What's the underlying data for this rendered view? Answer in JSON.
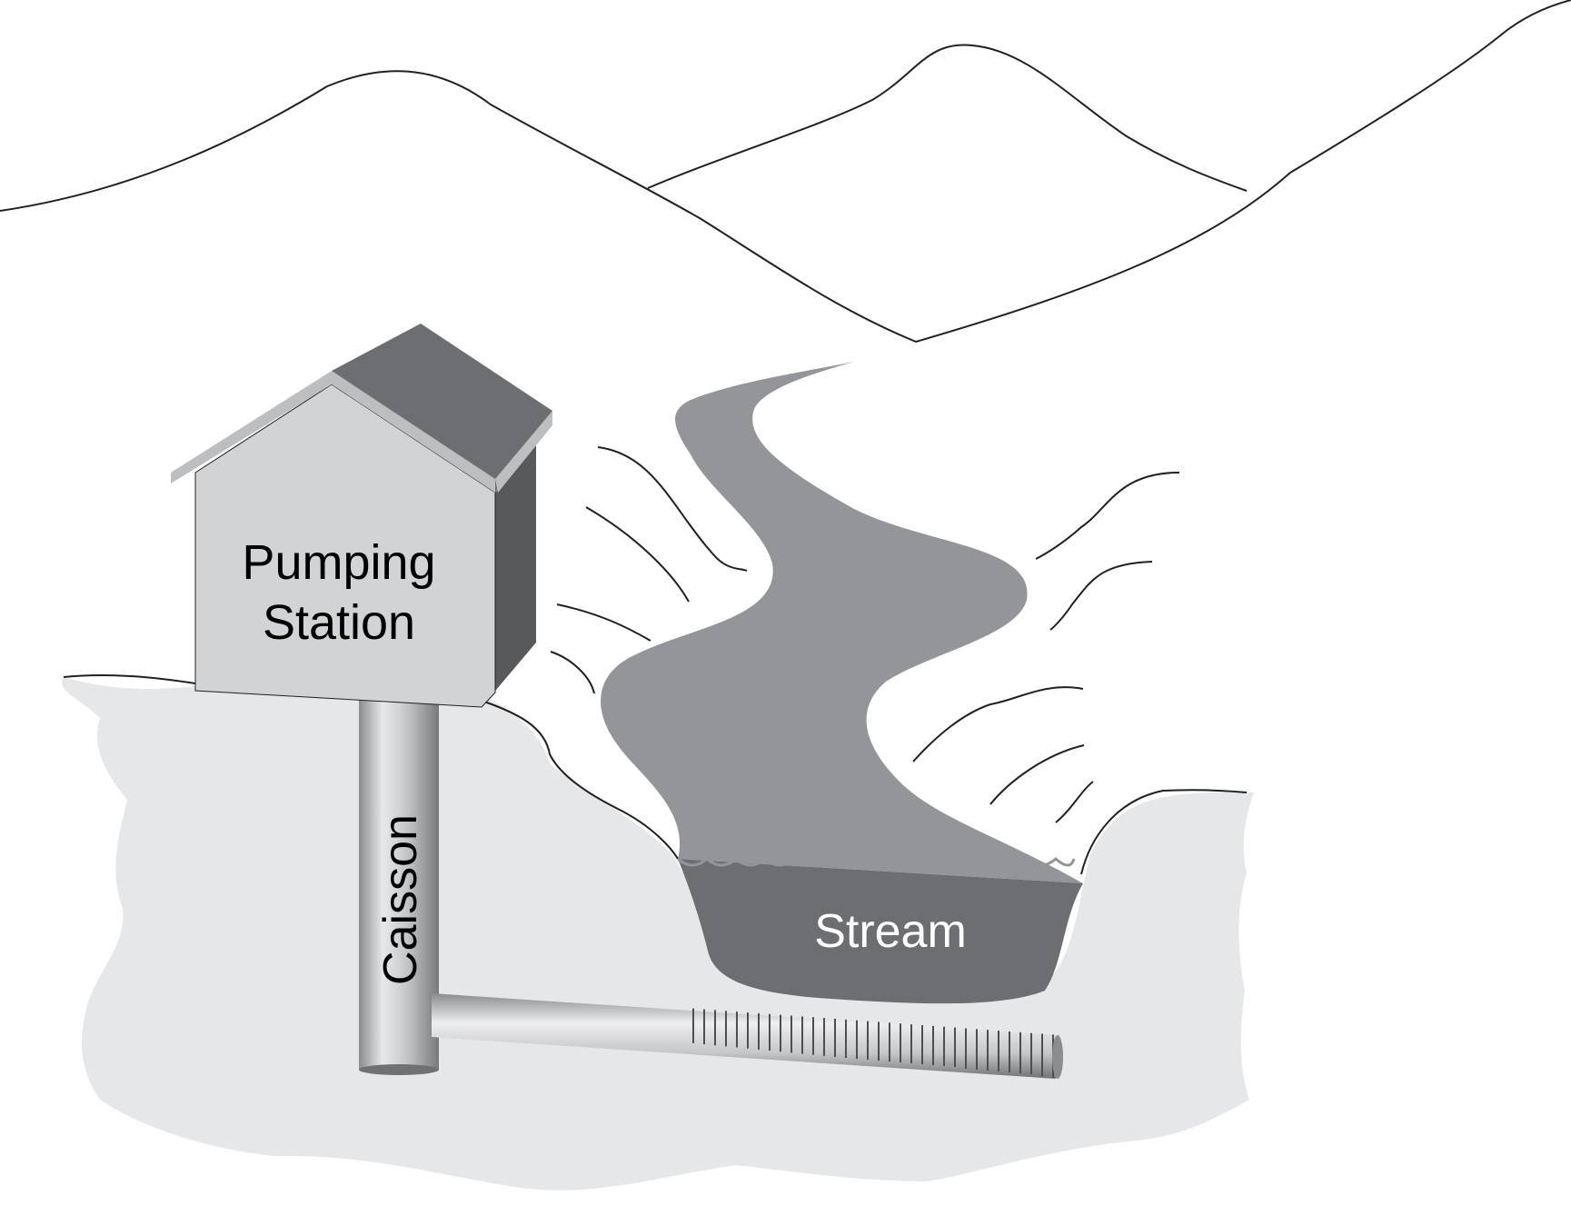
{
  "labels": {
    "pumping_line1": "Pumping",
    "pumping_line2": "Station",
    "caisson": "Caisson",
    "stream": "Stream"
  },
  "colors": {
    "background": "#ffffff",
    "ground": "#e6e7e8",
    "stream_light": "#939598",
    "stream_dark": "#6d6e71",
    "house_wall": "#d1d3d4",
    "house_side": "#58595b",
    "roof": "#6d6e71",
    "roof_trim": "#bcbec0",
    "pipe": "#bcbec0",
    "line": "#231f20",
    "stream_text": "#ffffff",
    "label_text": "#000000"
  }
}
